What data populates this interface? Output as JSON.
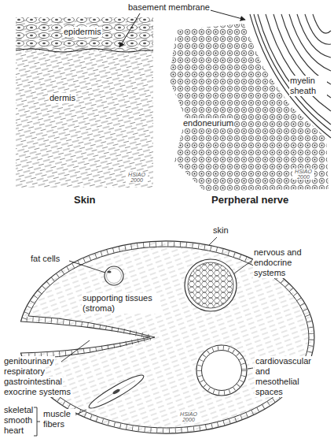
{
  "diagram": {
    "labels": [
      "basement membrane",
      "epidermis",
      "dermis",
      "HSIAO 2000",
      "Skin",
      "myelin sheath",
      "endoneurium",
      "HSIAO 2000",
      "Perpheral nerve",
      "skin",
      "fat cells",
      "nervous and endocrine systems",
      "supporting tissues (stroma)",
      "genitourinary",
      "respiratory",
      "gastrointestinal",
      "exocrine systems",
      "cardiovascular and mesothelial spaces",
      "skeletal",
      "smooth",
      "heart",
      "muscle fibers",
      "HSIAO 2000"
    ]
  }
}
